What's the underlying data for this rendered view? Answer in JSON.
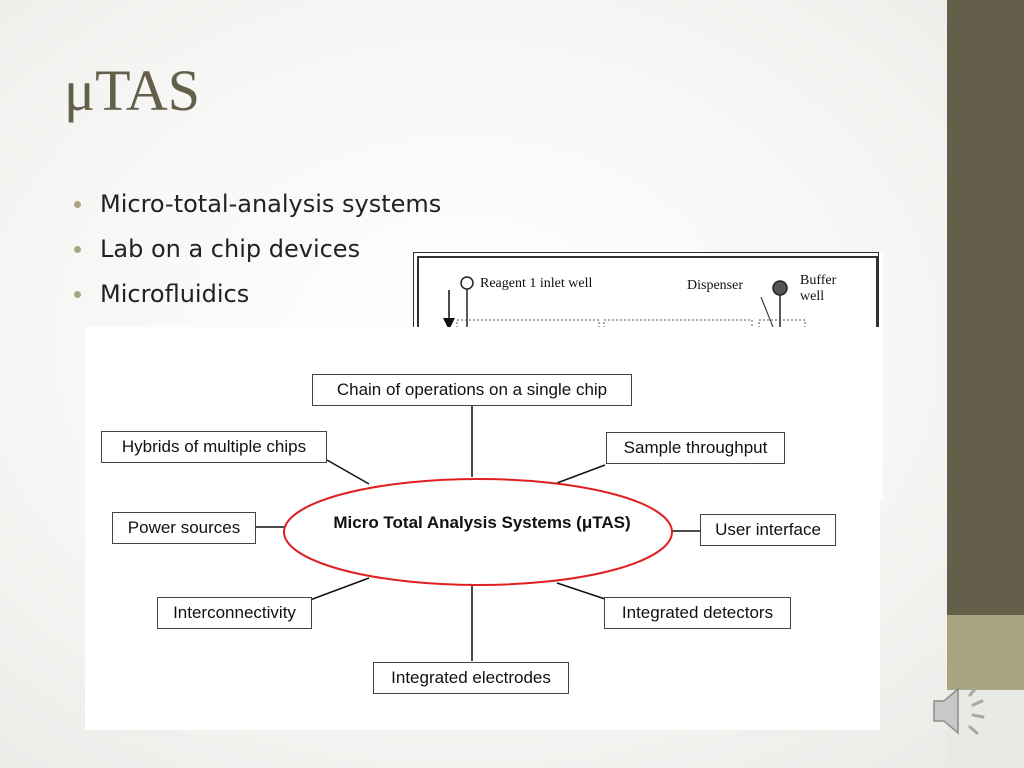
{
  "slide": {
    "title": "μTAS",
    "bullets": [
      "Micro-total-analysis systems",
      "Lab on a chip devices",
      "Microfluidics"
    ]
  },
  "chip_image": {
    "reagent_label": "Reagent 1 inlet well",
    "dispenser_label": "Dispenser",
    "buffer_label_line1": "Buffer",
    "buffer_label_line2": "well"
  },
  "diagram": {
    "center": "Micro Total Analysis Systems (μTAS)",
    "nodes": {
      "chain": "Chain of operations on a single chip",
      "hybrids": "Hybrids of multiple chips",
      "throughput": "Sample throughput",
      "power": "Power sources",
      "user_interface": "User interface",
      "interconnectivity": "Interconnectivity",
      "detectors": "Integrated detectors",
      "electrodes": "Integrated electrodes"
    },
    "ellipse_color": "#e02020"
  },
  "theme": {
    "accent_dark": "#645f4a",
    "accent_light": "#a8a482"
  },
  "icons": {
    "audio": "speaker-icon"
  }
}
